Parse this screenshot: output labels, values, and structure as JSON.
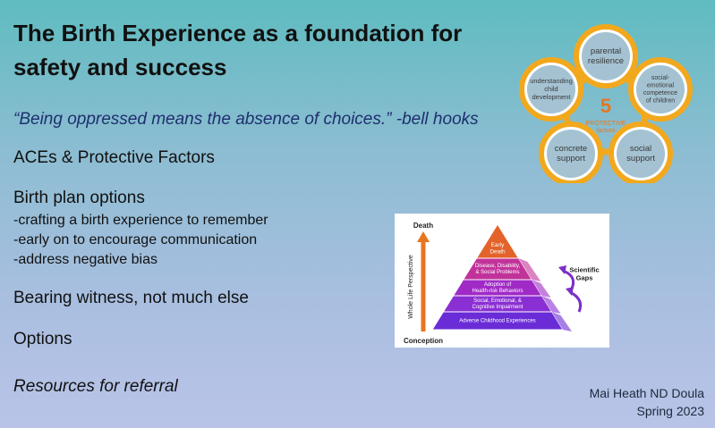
{
  "title": "The Birth Experience as a foundation for safety and success",
  "quote": "“Being oppressed means the absence of choices.” -bell hooks",
  "aces": "ACEs & Protective Factors",
  "birth_plan": {
    "heading": "Birth plan options",
    "bullets": [
      "-crafting a birth experience to remember",
      "-early on to encourage communication",
      "-address negative bias"
    ]
  },
  "bearing": "Bearing witness, not much else",
  "options": "Options",
  "resources": "Resources for referral",
  "footer": {
    "name": "Mai Heath ND Doula",
    "date": "Spring 2023"
  },
  "protective_factors": {
    "center_number": "5",
    "center_lines": [
      "PROTECTIVE",
      "factors"
    ],
    "factors": [
      [
        "parental",
        "resilience"
      ],
      [
        "social-",
        "emotional",
        "competence",
        "of children"
      ],
      [
        "social",
        "support"
      ],
      [
        "concrete",
        "support"
      ],
      [
        "understanding",
        "child",
        "development"
      ]
    ],
    "ring_color": "#f2a81d",
    "center_color": "#e8761e"
  },
  "pyramid": {
    "top_label": "Death",
    "bottom_label": "Conception",
    "axis_label": "Whole Life Perspective",
    "gaps_label": [
      "Scientific",
      "Gaps"
    ],
    "levels": [
      {
        "lines": [
          "Early",
          "Death"
        ],
        "color": "#e3632a"
      },
      {
        "lines": [
          "Disease, Disability,",
          "& Social Problems"
        ],
        "color": "#c1329a"
      },
      {
        "lines": [
          "Adoption of",
          "Health-risk Behaviors"
        ],
        "color": "#a02ac6"
      },
      {
        "lines": [
          "Social, Emotional, &",
          "Cognitive Impairment"
        ],
        "color": "#8a2fd3"
      },
      {
        "lines": [
          "Adverse Childhood Experiences"
        ],
        "color": "#6a2cd6"
      }
    ]
  }
}
